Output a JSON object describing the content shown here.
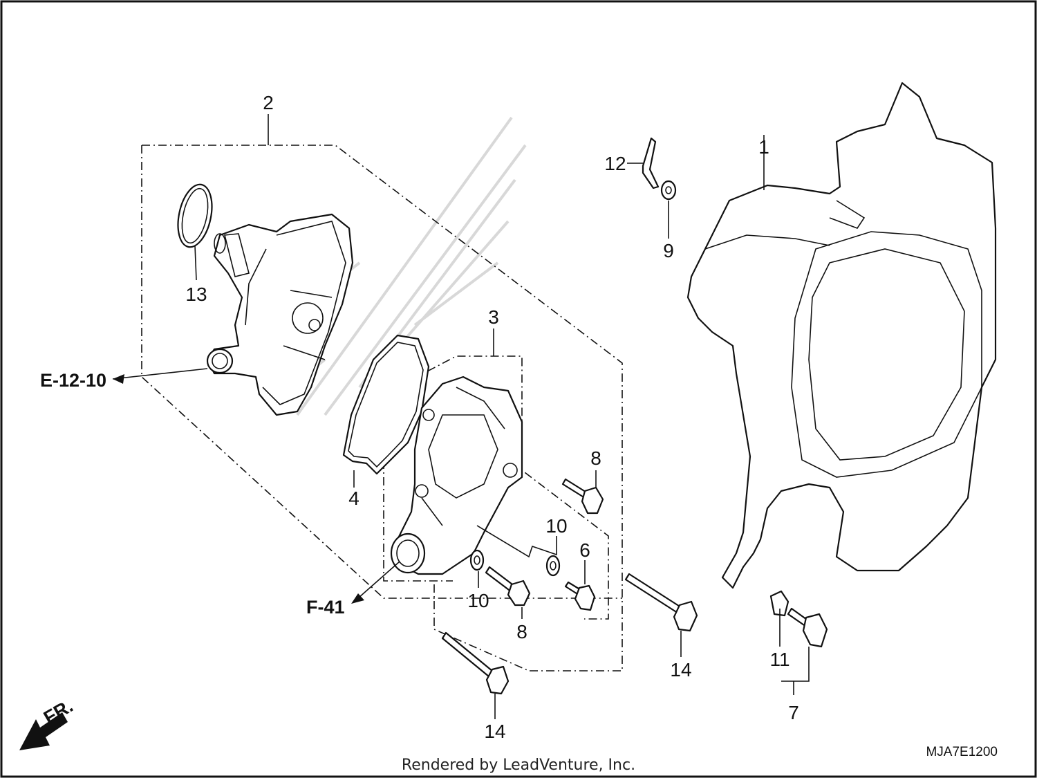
{
  "diagram": {
    "callouts": {
      "p1": "1",
      "p2": "2",
      "p3": "3",
      "p4": "4",
      "p6": "6",
      "p7": "7",
      "p8a": "8",
      "p8b": "8",
      "p9": "9",
      "p10a": "10",
      "p10b": "10",
      "p11": "11",
      "p12": "12",
      "p13": "13",
      "p14a": "14",
      "p14b": "14"
    },
    "refs": {
      "e": "E-12-10",
      "f": "F-41"
    },
    "direction": "FR.",
    "diagram_code": "MJA7E1200",
    "credit": "Rendered by LeadVenture, Inc."
  }
}
